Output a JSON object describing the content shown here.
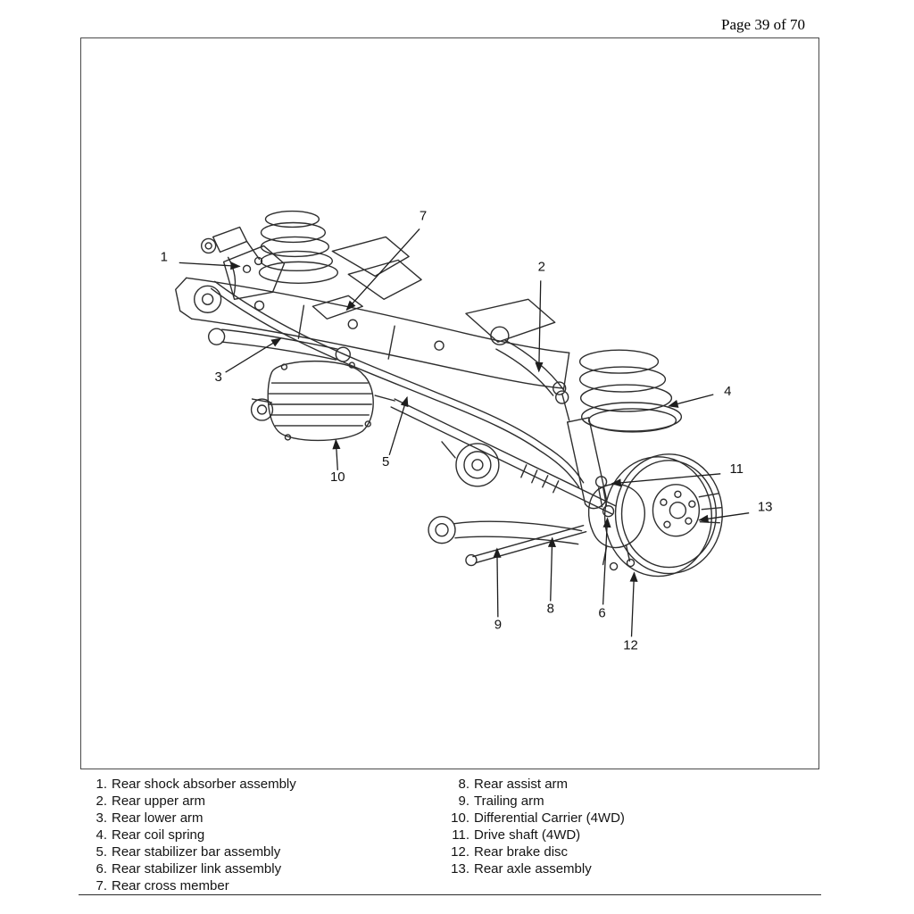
{
  "page": {
    "header": "Page 39 of 70"
  },
  "callouts": [
    "1",
    "2",
    "3",
    "4",
    "5",
    "6",
    "7",
    "8",
    "9",
    "10",
    "11",
    "12",
    "13"
  ],
  "legend": {
    "left": [
      {
        "num": "1.",
        "label": "Rear shock absorber assembly"
      },
      {
        "num": "2.",
        "label": "Rear upper arm"
      },
      {
        "num": "3.",
        "label": "Rear lower arm"
      },
      {
        "num": "4.",
        "label": "Rear coil spring"
      },
      {
        "num": "5.",
        "label": "Rear stabilizer bar assembly"
      },
      {
        "num": "6.",
        "label": "Rear stabilizer link assembly"
      },
      {
        "num": "7.",
        "label": "Rear cross member"
      }
    ],
    "right": [
      {
        "num": "8.",
        "label": "Rear assist arm"
      },
      {
        "num": "9.",
        "label": "Trailing arm"
      },
      {
        "num": "10.",
        "label": "Differential Carrier (4WD)"
      },
      {
        "num": "11.",
        "label": "Drive shaft (4WD)"
      },
      {
        "num": "12.",
        "label": "Rear brake disc"
      },
      {
        "num": "13.",
        "label": "Rear axle assembly"
      }
    ]
  },
  "colors": {
    "line": "#2e2e2e",
    "text": "#121212",
    "border": "#4a4a4a"
  }
}
